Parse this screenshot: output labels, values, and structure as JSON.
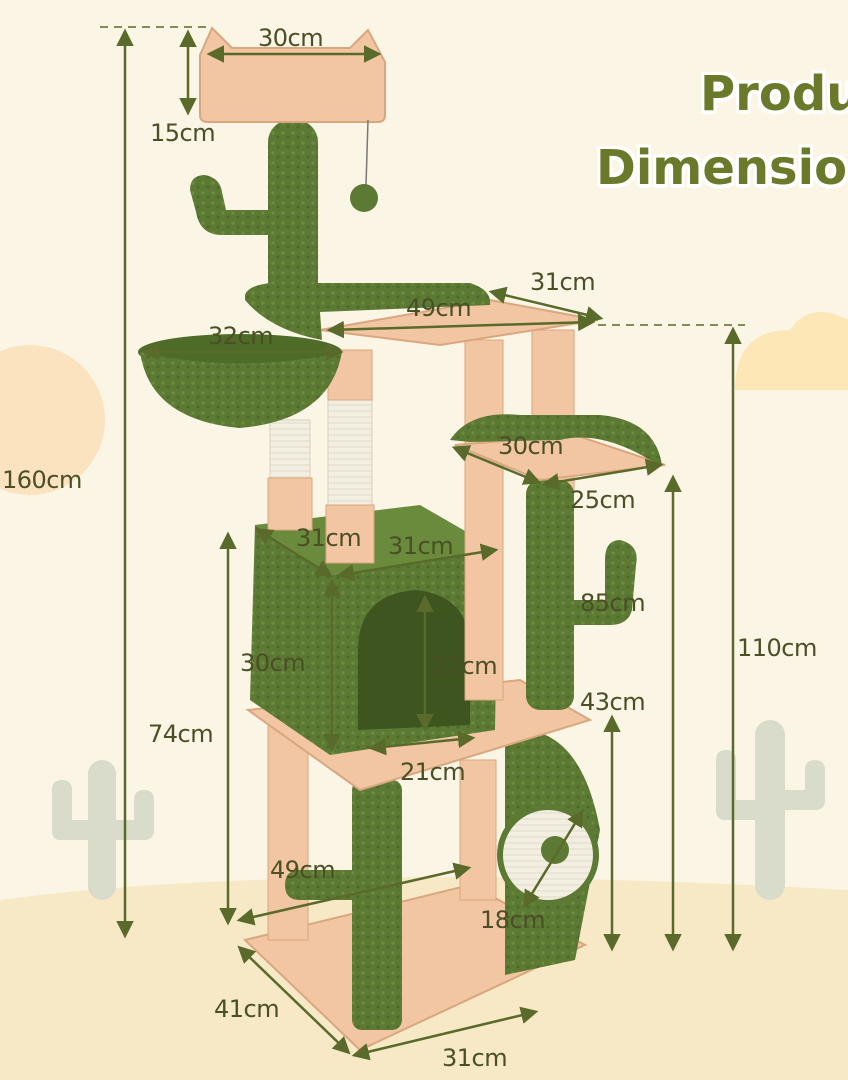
{
  "title": {
    "line1": "Produ",
    "line2": "Dimensio"
  },
  "colors": {
    "background": "#fbf5e6",
    "cactus_green": "#5d7a34",
    "plush_peach": "#f2c6a2",
    "sisal": "#f3eee2",
    "dimension_line": "#5a6a2a"
  },
  "dimensions": {
    "top_perch_width": "30cm",
    "top_perch_height": "15cm",
    "total_height": "160cm",
    "upper_platform_depth": "31cm",
    "upper_platform_width": "49cm",
    "basket_width": "32cm",
    "side_perch_width": "30cm",
    "side_perch_depth": "25cm",
    "side_perch_height": "110cm",
    "condo_depth": "31cm",
    "condo_width": "31cm",
    "condo_height": "30cm",
    "door_height": "22cm",
    "door_width": "21cm",
    "cactus_post_height": "85cm",
    "scratch_pad_height": "43cm",
    "condo_level_height": "74cm",
    "base_length": "49cm",
    "scratch_disc": "18cm",
    "base_depth": "41cm",
    "base_width": "31cm"
  }
}
